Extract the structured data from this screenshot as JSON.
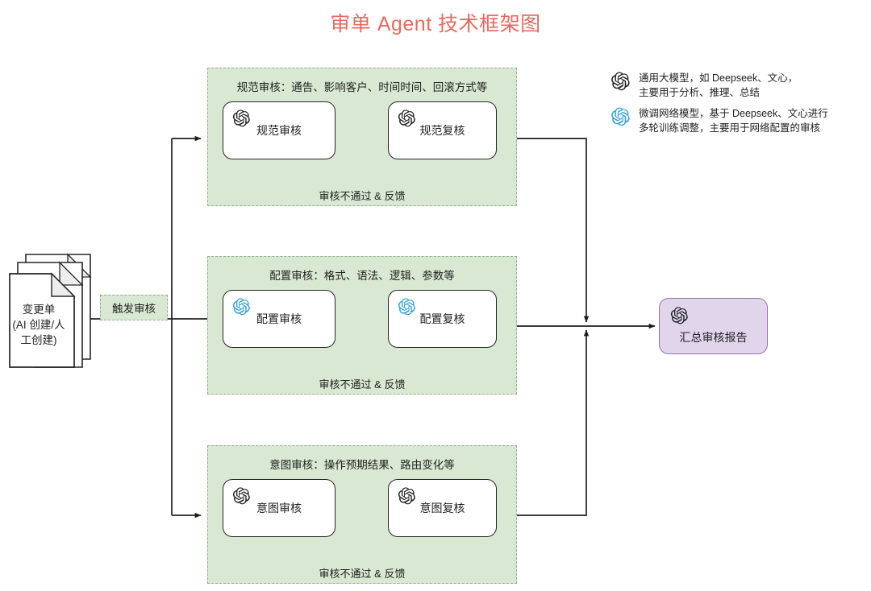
{
  "title": "审单 Agent 技术框架图",
  "colors": {
    "title": "#e8695f",
    "group_fill": "#d9e8d3",
    "group_border": "#8fb08a",
    "node_fill": "#ffffff",
    "node_border": "#262626",
    "report_fill": "#e1d5ec",
    "report_border": "#9673a6",
    "line": "#1f1f1f",
    "icon_general": "#202123",
    "icon_finetuned": "#2f9fe0"
  },
  "source": {
    "label": "变更单\n(AI 创建/人\n工创建)",
    "icon": "document-stack-icon"
  },
  "trigger": {
    "label": "触发审核"
  },
  "groups": [
    {
      "id": "spec",
      "title": "规范审核：通告、影响客户、时间时间、回滚方式等",
      "feedback": "审核不通过 & 反馈",
      "nodes": [
        {
          "label": "规范审核",
          "icon": "openai-general-icon"
        },
        {
          "label": "规范复核",
          "icon": "openai-general-icon"
        }
      ]
    },
    {
      "id": "config",
      "title": "配置审核：格式、语法、逻辑、参数等",
      "feedback": "审核不通过 & 反馈",
      "nodes": [
        {
          "label": "配置审核",
          "icon": "openai-finetuned-icon"
        },
        {
          "label": "配置复核",
          "icon": "openai-finetuned-icon"
        }
      ]
    },
    {
      "id": "intent",
      "title": "意图审核：操作预期结果、路由变化等",
      "feedback": "审核不通过 & 反馈",
      "nodes": [
        {
          "label": "意图审核",
          "icon": "openai-general-icon"
        },
        {
          "label": "意图复核",
          "icon": "openai-general-icon"
        }
      ]
    }
  ],
  "report": {
    "label": "汇总审核报告",
    "icon": "openai-general-icon"
  },
  "legend": [
    {
      "icon": "openai-general-icon",
      "text": "通用大模型，如 Deepseek、文心，\n主要用于分析、推理、总结"
    },
    {
      "icon": "openai-finetuned-icon",
      "text": "微调网络模型，基于 Deepseek、文心进行\n多轮训练调整，主要用于网络配置的审核"
    }
  ]
}
